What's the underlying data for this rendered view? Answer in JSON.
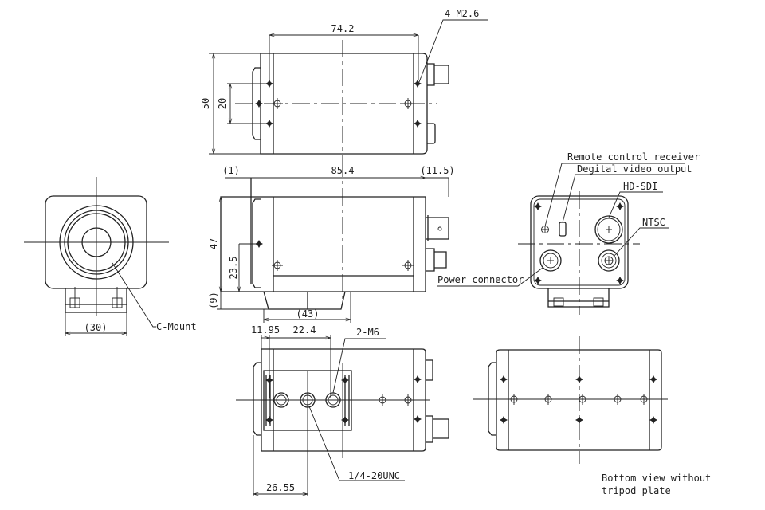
{
  "dimensions": {
    "top_width": "74.2",
    "height_top": "50",
    "hole_spacing": "20",
    "length": "85.4",
    "front_offset": "(1)",
    "rear_offset": "(11.5)",
    "height_side": "47",
    "center_height": "23.5",
    "tripod_height": "(9)",
    "tripod_length": "(43)",
    "tripod_width": "(30)",
    "hole_offset": "11.95",
    "hole_pitch": "22.4",
    "tripod_hole_offset": "26.55"
  },
  "labels": {
    "mount_screws": "4-M2.6",
    "remote_control": "Remote control receiver",
    "digital_video": "Degital video output",
    "hd_sdi": "HD-SDI",
    "ntsc": "NTSC",
    "power": "Power connector",
    "c_mount": "C-Mount",
    "m6": "2-M6",
    "unc": "1/4-20UNC",
    "bottom_note_1": "Bottom view without",
    "bottom_note_2": "tripod plate"
  }
}
